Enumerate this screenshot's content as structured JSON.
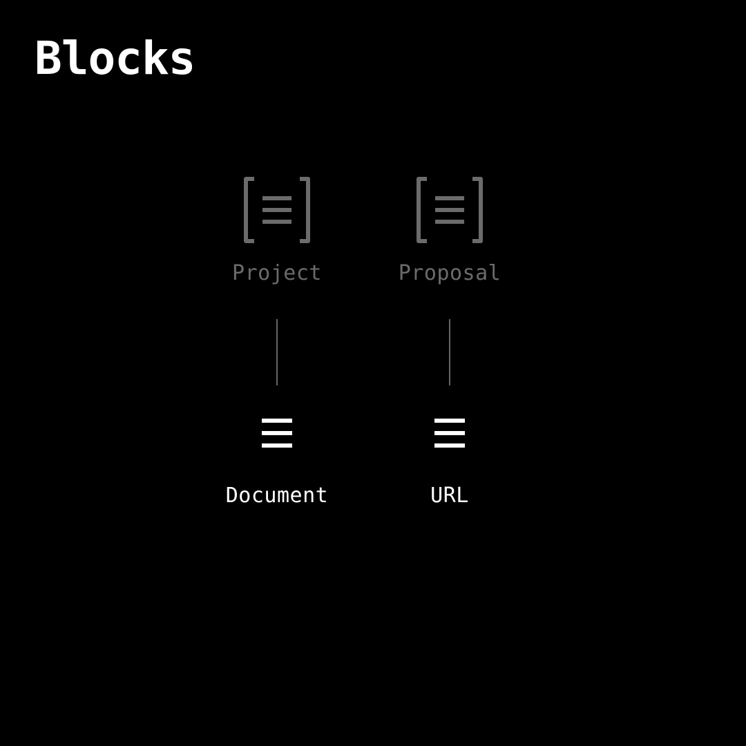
{
  "page": {
    "title": "Blocks"
  },
  "colors": {
    "background": "#000000",
    "primary": "#ffffff",
    "muted": "#6b6b6b",
    "connector": "#666666"
  },
  "blocks": [
    {
      "container": {
        "label": "Project",
        "icon": "bracketed-document-icon"
      },
      "child": {
        "label": "Document",
        "icon": "lines-icon"
      }
    },
    {
      "container": {
        "label": "Proposal",
        "icon": "bracketed-document-icon"
      },
      "child": {
        "label": "URL",
        "icon": "lines-icon"
      }
    }
  ]
}
